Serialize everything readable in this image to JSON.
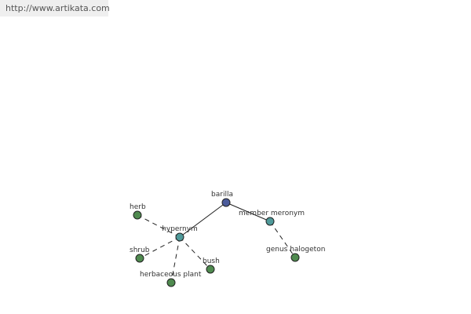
{
  "header": {
    "url_text": "http://www.artikata.com"
  },
  "diagram": {
    "nodes": [
      {
        "id": "barilla",
        "label": "barilla",
        "kind": "root"
      },
      {
        "id": "hypernym",
        "label": "hypernym",
        "kind": "relation"
      },
      {
        "id": "member_meronym",
        "label": "member meronym",
        "kind": "relation"
      },
      {
        "id": "herb",
        "label": "herb",
        "kind": "leaf"
      },
      {
        "id": "shrub",
        "label": "shrub",
        "kind": "leaf"
      },
      {
        "id": "herbaceous_plant",
        "label": "herbaceous plant",
        "kind": "leaf"
      },
      {
        "id": "bush",
        "label": "bush",
        "kind": "leaf"
      },
      {
        "id": "genus_halogeton",
        "label": "genus halogeton",
        "kind": "leaf"
      }
    ],
    "edges": [
      {
        "from": "barilla",
        "to": "hypernym",
        "style": "solid"
      },
      {
        "from": "barilla",
        "to": "member_meronym",
        "style": "solid"
      },
      {
        "from": "hypernym",
        "to": "herb",
        "style": "dashed"
      },
      {
        "from": "hypernym",
        "to": "shrub",
        "style": "dashed"
      },
      {
        "from": "hypernym",
        "to": "herbaceous_plant",
        "style": "dashed"
      },
      {
        "from": "hypernym",
        "to": "bush",
        "style": "dashed"
      },
      {
        "from": "member_meronym",
        "to": "genus_halogeton",
        "style": "dashed"
      }
    ],
    "colors": {
      "root": "#4b5b9b",
      "relation": "#4f9a9a",
      "leaf": "#4f8a4f"
    }
  }
}
